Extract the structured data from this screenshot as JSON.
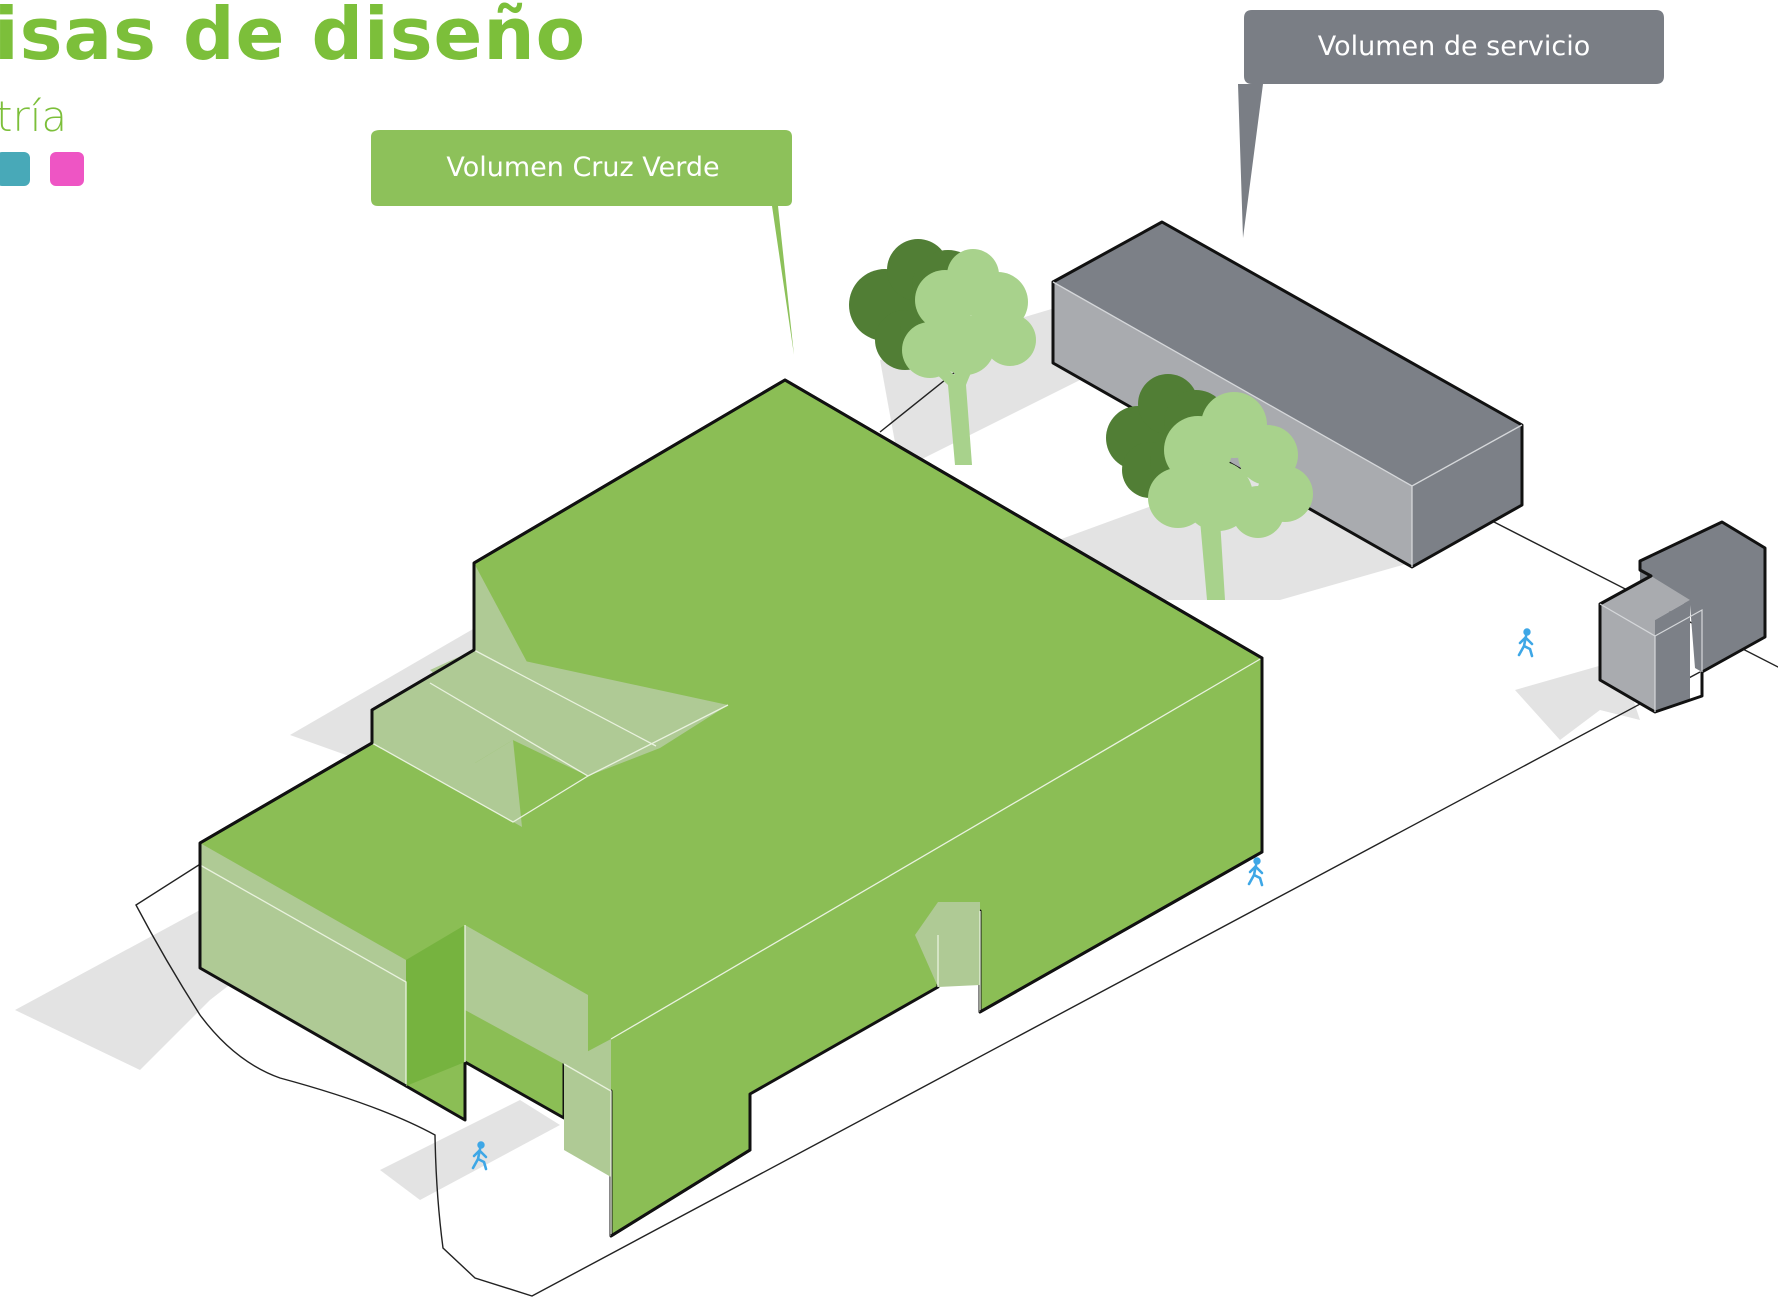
{
  "header": {
    "title": "isas de diseño",
    "subtitle": "tría"
  },
  "callouts": {
    "cruz_verde": "Volumen Cruz Verde",
    "servicio": "Volumen de servicio"
  },
  "colors": {
    "accent_green": "#7cbf3a",
    "volume_green": "#8bbe55",
    "volume_green_light": "#afca95",
    "callout_green": "#8dc15a",
    "service_gray_top": "#7c8087",
    "service_gray_side": "#a9abaf",
    "callout_gray": "#7a7e85",
    "swatch_teal": "#48a9b8",
    "swatch_pink": "#ee55c4",
    "tree_dark": "#517e35",
    "tree_light": "#a8d28c",
    "pedestrian": "#3ea7e6",
    "shadow": "#e3e3e3"
  },
  "icons": [
    "pedestrian-icon",
    "tree-icon"
  ]
}
